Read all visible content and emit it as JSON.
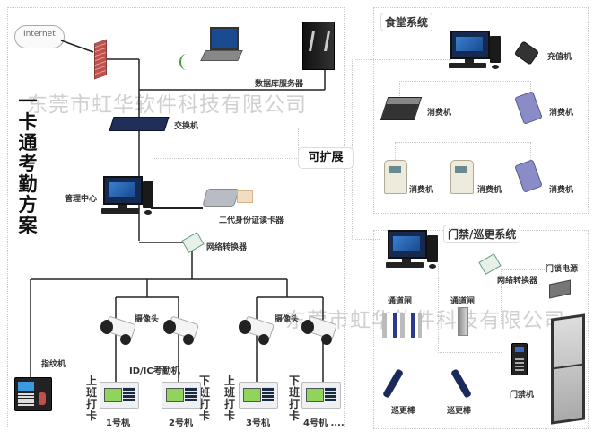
{
  "main_title": "一卡通考勤方案",
  "watermark": "东莞市虹华软件科技有限公司",
  "expand_label": "可扩展",
  "network": {
    "internet": "Internet",
    "db_server": "数据库服务器",
    "switch": "交换机",
    "management_center": "管理中心",
    "id_reader": "二代身份证读卡器",
    "network_converter": "网络转换器"
  },
  "attendance": {
    "fingerprint": "指纹机",
    "camera_label_1": "摄像头",
    "camera_label_2": "摄像头",
    "id_ic_machine": "ID/IC考勤机",
    "clock_in": [
      "上",
      "班",
      "打",
      "卡"
    ],
    "clock_out": [
      "下",
      "班",
      "打",
      "卡"
    ],
    "machines": [
      "1号机",
      "2号机",
      "3号机",
      "4号机 ...."
    ]
  },
  "canteen": {
    "title": "食堂系统",
    "recharge": "充值机",
    "pos_labels": [
      "消费机",
      "消费机",
      "消费机",
      "消费机",
      "消费机"
    ]
  },
  "access": {
    "title": "门禁/巡更系统",
    "network_converter": "网络转换器",
    "lock_power": "门锁电源",
    "gate_1": "通道闸",
    "gate_2": "通道闸",
    "patrol_1": "巡更棒",
    "patrol_2": "巡更棒",
    "access_controller": "门禁机"
  },
  "colors": {
    "wire": "#222222",
    "dotted_border": "#c8c8c8",
    "firewall": "#c0504d",
    "screen_blue": "#1a4a90"
  }
}
